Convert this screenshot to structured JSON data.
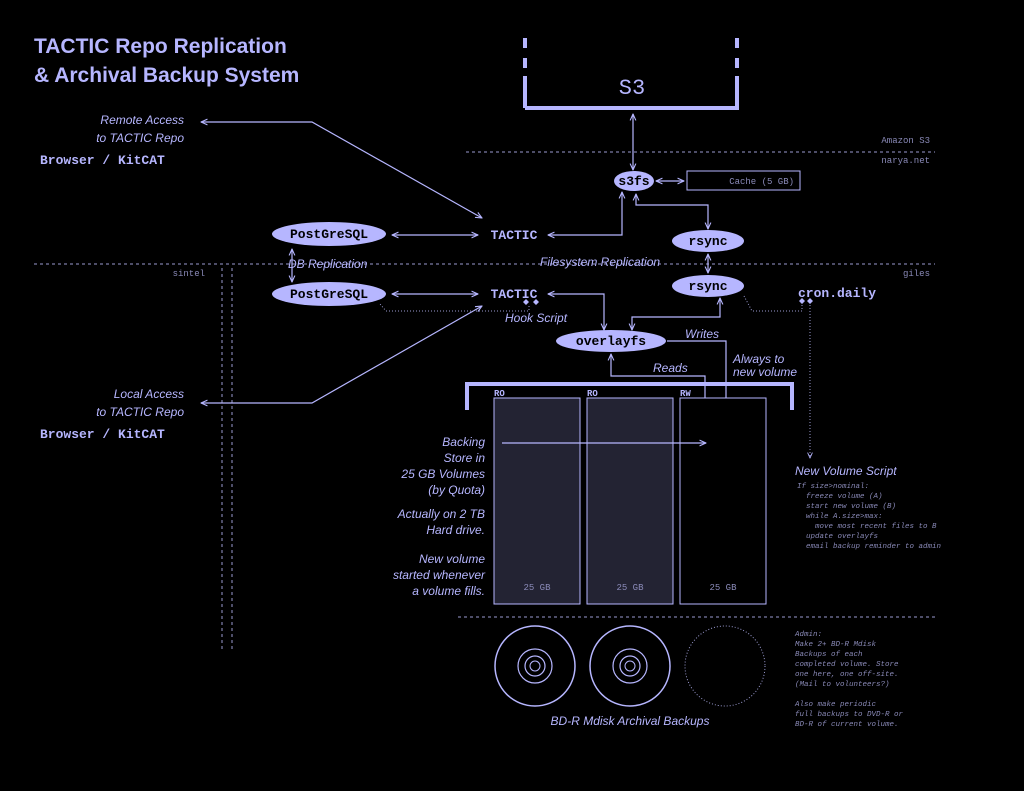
{
  "title": {
    "line1": "TACTIC Repo Replication",
    "line2": "& Archival Backup System"
  },
  "s3": {
    "label": "S3"
  },
  "zones": {
    "amazon": "Amazon S3",
    "narya": "narya.net",
    "sintel": "sintel",
    "giles": "giles"
  },
  "remote": {
    "line1": "Remote Access",
    "line2": "to TACTIC Repo",
    "clients": "Browser / KitCAT"
  },
  "local": {
    "line1": "Local Access",
    "line2": "to TACTIC Repo",
    "clients": "Browser / KitCAT"
  },
  "nodes": {
    "s3fs": "s3fs",
    "cache": "Cache (5 GB)",
    "postgres_top": "PostGreSQL",
    "tactic_top": "TACTIC",
    "rsync_top": "rsync",
    "postgres_bottom": "PostGreSQL",
    "tactic_bottom": "TACTIC",
    "rsync_bottom": "rsync",
    "cron": "cron.daily",
    "overlayfs": "overlayfs"
  },
  "labels": {
    "db_replication": "DB Replication",
    "fs_replication": "Filesystem Replication",
    "hook_script": "Hook Script",
    "writes": "Writes",
    "reads": "Reads",
    "always_line1": "Always to",
    "always_line2": "new volume"
  },
  "volumes": [
    {
      "mode": "RO",
      "size": "25 GB"
    },
    {
      "mode": "RO",
      "size": "25 GB"
    },
    {
      "mode": "RW",
      "size": "25 GB"
    }
  ],
  "backing_notes": {
    "p1": [
      "Backing",
      "Store in",
      "25 GB Volumes",
      "(by Quota)"
    ],
    "p2": [
      "Actually on 2 TB",
      "Hard drive."
    ],
    "p3": [
      "New volume",
      "started whenever",
      "a volume fills."
    ]
  },
  "new_volume_script": {
    "title": "New Volume Script",
    "lines": [
      "If size>nominal:",
      "  freeze volume (A)",
      "  start new volume (B)",
      "  while A.size>max:",
      "    move most recent files to B",
      "  update overlayfs",
      "  email backup reminder to admin"
    ]
  },
  "archival": {
    "caption": "BD-R Mdisk Archival Backups"
  },
  "admin_note": {
    "lines": [
      "Admin:",
      "Make 2+ BD-R Mdisk",
      "Backups of each",
      "completed volume. Store",
      "one here, one off-site.",
      "(Mail to volunteers?)",
      "",
      "Also make periodic",
      "full backups to DVD-R or",
      "BD-R of current volume."
    ]
  }
}
